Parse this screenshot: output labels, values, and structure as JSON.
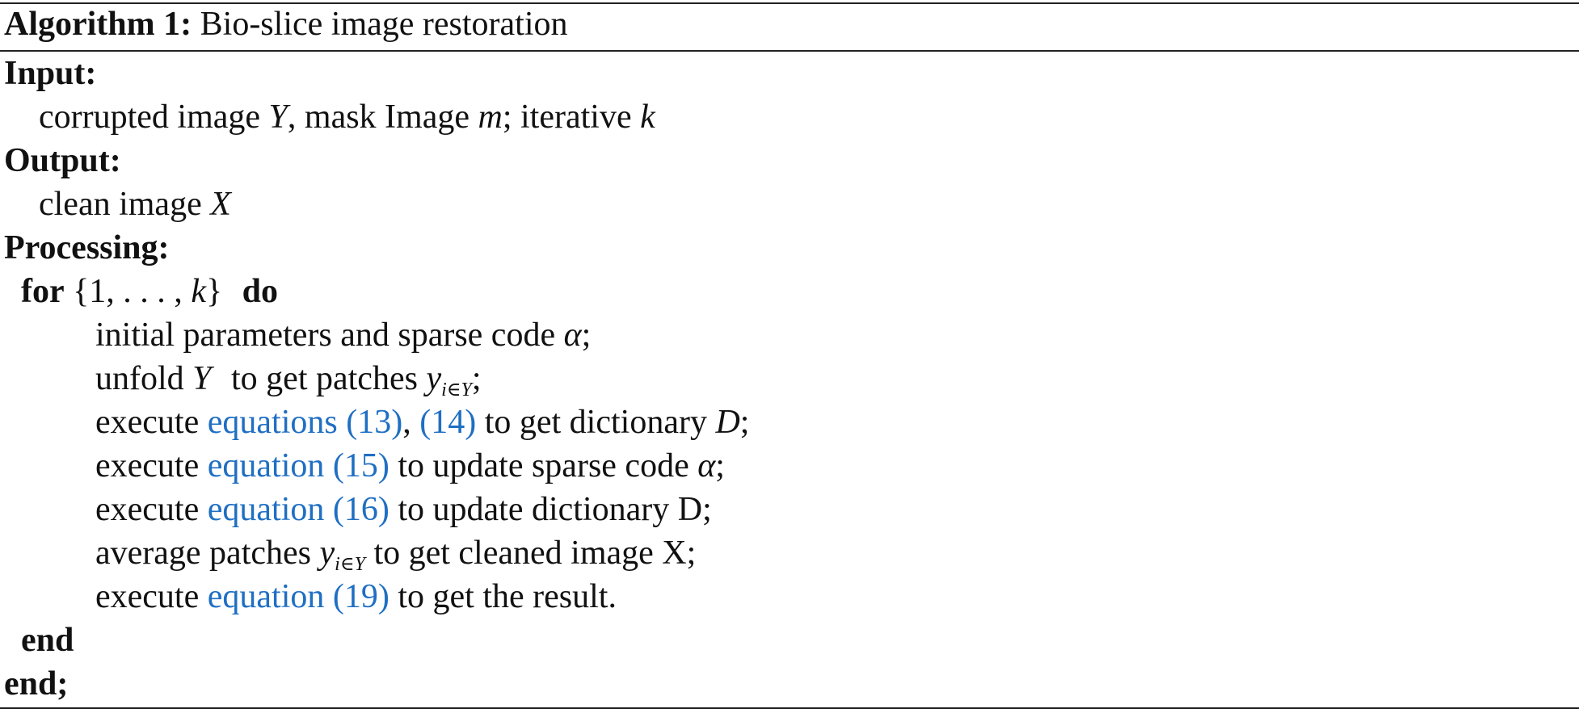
{
  "algorithm": {
    "label": "Algorithm 1:",
    "title": "Bio-slice image restoration",
    "input_header": "Input:",
    "input": {
      "t1": "corrupted image ",
      "v1": "Y",
      "t2": ", mask Image ",
      "v2": "m",
      "t3": "; iterative ",
      "v3": "k"
    },
    "output_header": "Output:",
    "output": {
      "t1": "clean image ",
      "v1": "X"
    },
    "processing_header": "Processing:",
    "for_line": {
      "kw_for": "for",
      "set_open": "{1, . . . , ",
      "var": "k",
      "set_close": "}",
      "kw_do": "do"
    },
    "steps": {
      "s1": {
        "t1": "initial parameters and sparse code ",
        "v1": "α",
        "t2": ";"
      },
      "s2": {
        "t1": "unfold ",
        "v1": "Y",
        "t2": " to get patches ",
        "v2": "y",
        "sub": "i∈Y",
        "t3": ";"
      },
      "s3": {
        "t1": "execute ",
        "link1": "equations (13)",
        "t2": ", ",
        "link2": "(14)",
        "t3": " to get dictionary ",
        "v1": "D",
        "t4": ";"
      },
      "s4": {
        "t1": "execute ",
        "link1": "equation (15)",
        "t2": " to update sparse code ",
        "v1": "α",
        "t3": ";"
      },
      "s5": {
        "t1": "execute ",
        "link1": "equation (16)",
        "t2": " to update dictionary D;"
      },
      "s6": {
        "t1": "average patches ",
        "v1": "y",
        "sub": "i∈Y",
        "t2": " to get cleaned image X;"
      },
      "s7": {
        "t1": "execute ",
        "link1": "equation (19)",
        "t2": " to get the result."
      }
    },
    "end_inner": "end",
    "end_outer": "end;"
  }
}
